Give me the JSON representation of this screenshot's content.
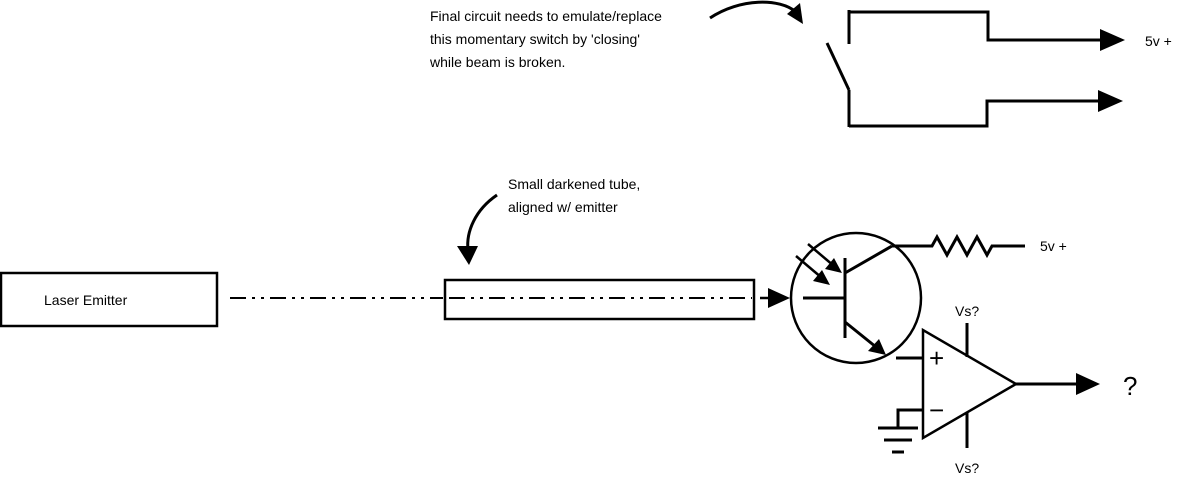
{
  "note": {
    "lines": [
      "Final circuit needs to emulate/replace",
      "this momentary switch by 'closing'",
      "while beam is broken."
    ]
  },
  "switch_output_label": "5v +",
  "tube_note": {
    "lines": [
      "Small darkened tube,",
      "aligned w/ emitter"
    ]
  },
  "emitter_label": "Laser Emitter",
  "resistor_supply_label": "5v +",
  "opamp": {
    "plus_symbol": "+",
    "minus_symbol": "−",
    "supply_top": "Vs?",
    "supply_bottom": "Vs?"
  },
  "output_label": "?"
}
